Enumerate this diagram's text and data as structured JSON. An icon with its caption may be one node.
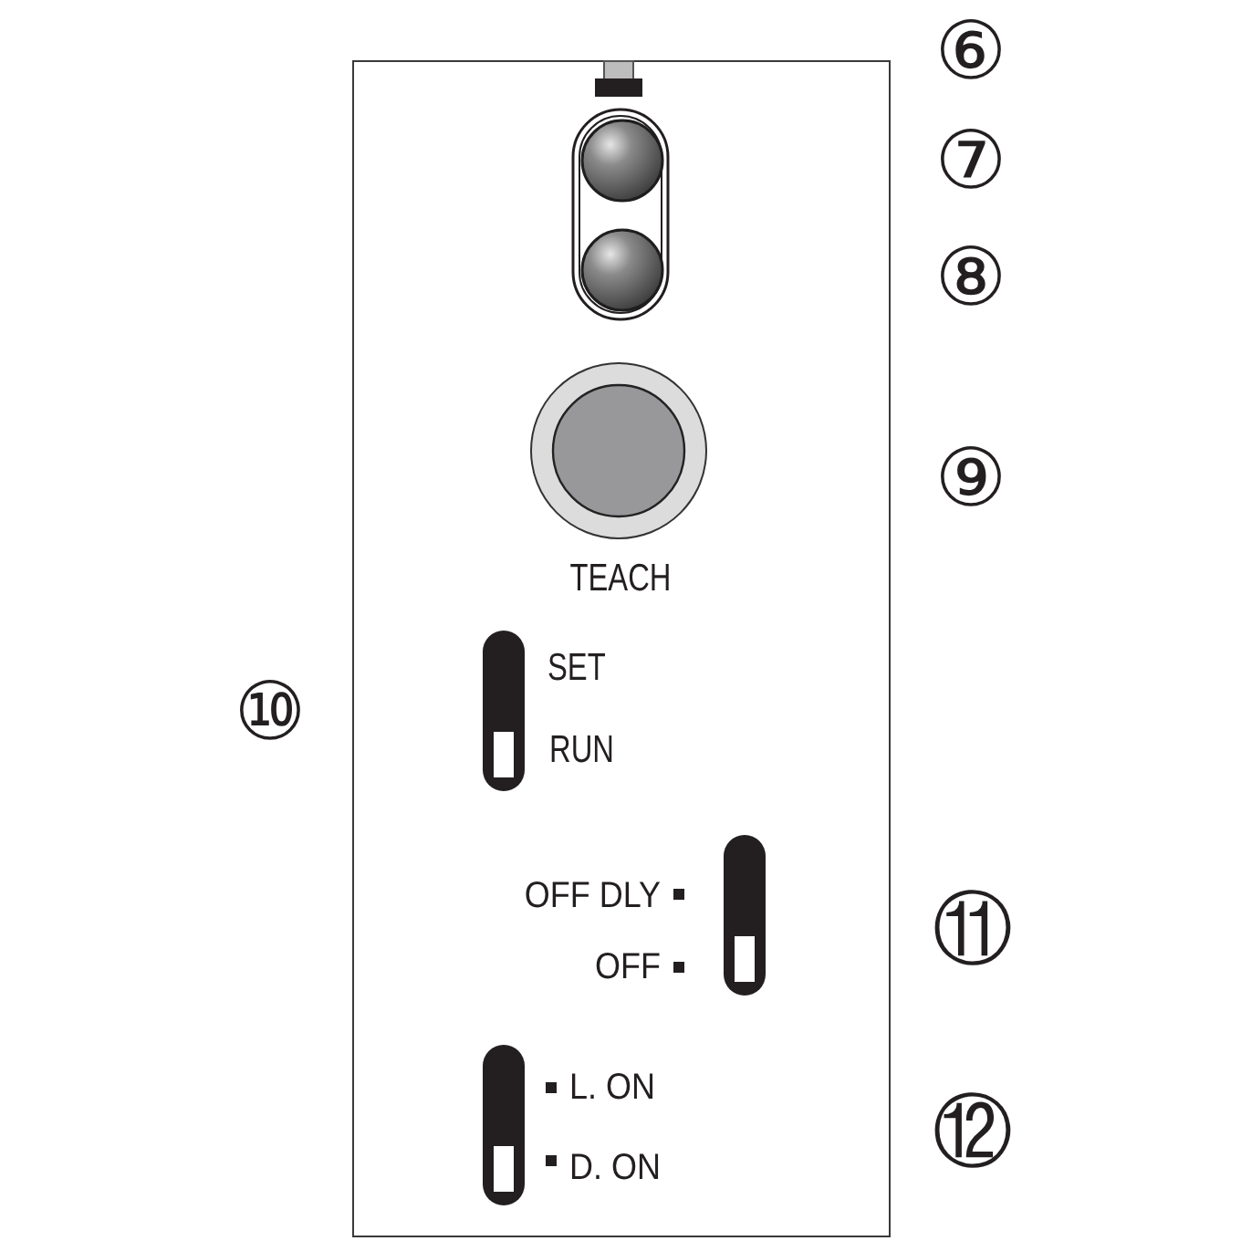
{
  "diagram": {
    "labels": [
      "⑥",
      "⑦",
      "⑧",
      "⑨",
      "TEACH",
      "SET",
      "⑩",
      "RUN",
      "OFF DLY",
      "⑪",
      "OFF",
      "L. ON",
      "⑫",
      "D. ON"
    ]
  }
}
